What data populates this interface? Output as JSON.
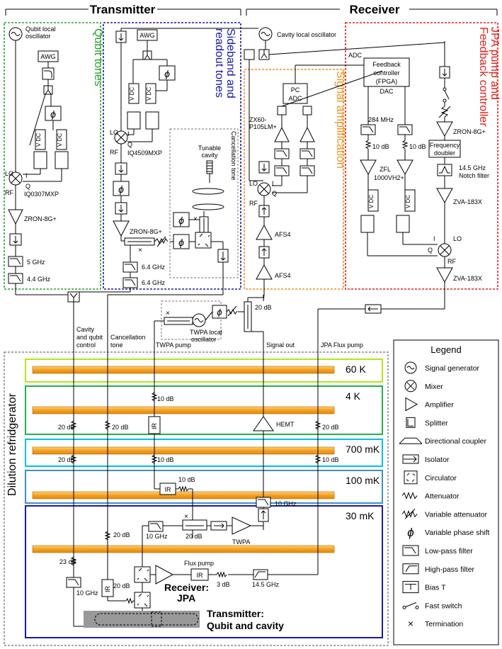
{
  "headers": {
    "transmitter": "Transmitter",
    "receiver": "Receiver"
  },
  "section_titles": {
    "qubit_tones": "Qubit tones",
    "sideband_line1": "Sideband and",
    "sideband_line2": "readout tones",
    "signal_amplification": "Signal amplification",
    "jpa_line1": "JPA pump and",
    "jpa_line2": "Feedback controller",
    "cancellation_tone": "Cancellation tone",
    "dilution": "Dilution refridgerator"
  },
  "labels": {
    "qubit_lo_1": "Qubit local",
    "qubit_lo_2": "oscillator",
    "awg": "AWG",
    "vdc": "V DC",
    "lo": "LO",
    "rf": "RF",
    "i": "I",
    "q": "Q",
    "iq0307": "IQ0307MXP",
    "iq4509": "IQ4509MXP",
    "zron": "ZRON-8G+",
    "f5ghz": "5 GHz",
    "f44ghz": "4.4 GHz",
    "f64ghz": "6.4 GHz",
    "tunable_1": "Tunable",
    "tunable_2": "cavity",
    "cavity_lo": "Cavity local oscillator",
    "adc": "ADC",
    "dac": "DAC",
    "pc": "PC",
    "fb_1": "Feedback",
    "fb_2": "controller",
    "fb_3": "(FPGA)",
    "zx60_1": "ZX60-",
    "zx60_2": "P105LM+",
    "afs4": "AFS4",
    "mhz284": "284 MHz",
    "db10": "10 dB",
    "zfl_1": "ZFL",
    "zfl_2": "1000VH2+",
    "freq_doubler_1": "Frequency",
    "freq_doubler_2": "doubler",
    "notch_1": "14.5 GHz",
    "notch_2": "Notch filter",
    "zva": "ZVA-183X",
    "db20": "20 dB",
    "twpa_lo_1": "TWPA local",
    "twpa_lo_2": "oscillator",
    "cav_qubit_1": "Cavity",
    "cav_qubit_2": "and qubit",
    "cav_qubit_3": "control",
    "cancel_1": "Cancellation",
    "cancel_2": "tone",
    "twpa_pump": "TWPA pump",
    "signal_out": "Signal out",
    "jpa_flux": "JPA Flux pump",
    "hemt": "HEMT",
    "ir": "IR",
    "f10ghz": "10 GHz",
    "twpa": "TWPA",
    "flux_pump": "Flux pump",
    "db3": "3 dB",
    "f145": "14.5 GHz",
    "db23": "23 dB",
    "rx_jpa_1": "Receiver:",
    "rx_jpa_2": "JPA",
    "tx_qc_1": "Transmitter:",
    "tx_qc_2": "Qubit and cavity"
  },
  "stages": [
    {
      "label": "60 K",
      "color": "#b5e61d"
    },
    {
      "label": "4 K",
      "color": "#22b14c"
    },
    {
      "label": "700 mK",
      "color": "#00c0e8"
    },
    {
      "label": "100 mK",
      "color": "#3f8fc6"
    },
    {
      "label": "30 mK",
      "color": "#1a1aa8"
    }
  ],
  "legend": {
    "title": "Legend",
    "items": [
      {
        "icon": "signal-generator-icon",
        "label": "Signal generator"
      },
      {
        "icon": "mixer-icon",
        "label": "Mixer"
      },
      {
        "icon": "amplifier-icon",
        "label": "Amplifier"
      },
      {
        "icon": "splitter-icon",
        "label": "Splitter"
      },
      {
        "icon": "directional-coupler-icon",
        "label": "Directional coupler"
      },
      {
        "icon": "isolator-icon",
        "label": "Isolator"
      },
      {
        "icon": "circulator-icon",
        "label": "Circulator"
      },
      {
        "icon": "attenuator-icon",
        "label": "Attenuator"
      },
      {
        "icon": "variable-attenuator-icon",
        "label": "Variable attenuator"
      },
      {
        "icon": "variable-phase-shift-icon",
        "label": "Variable phase shift"
      },
      {
        "icon": "low-pass-filter-icon",
        "label": "Low-pass filter"
      },
      {
        "icon": "high-pass-filter-icon",
        "label": "High-pass filter"
      },
      {
        "icon": "bias-t-icon",
        "label": "Bias T"
      },
      {
        "icon": "fast-switch-icon",
        "label": "Fast switch"
      },
      {
        "icon": "termination-icon",
        "label": "Termination"
      }
    ]
  },
  "colors": {
    "qubit_tones": "#2ca02c",
    "sideband": "#1a1aa8",
    "signal_amp": "#f0901a",
    "jpa": "#e0201a",
    "plate": "#f5a623",
    "fridge": "#888888"
  }
}
